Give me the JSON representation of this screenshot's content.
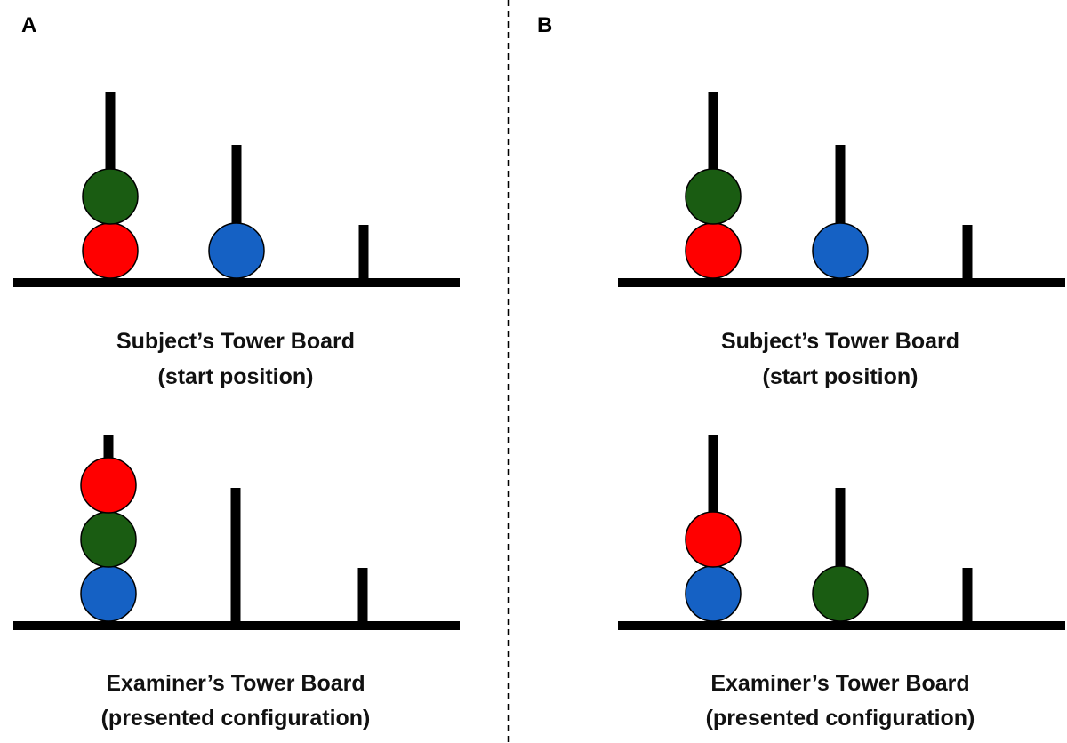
{
  "panels": [
    {
      "letter": "A",
      "boards": [
        {
          "caption_line1": "Subject’s Tower Board",
          "caption_line2": "(start position)",
          "pegs": [
            {
              "capacity": 3,
              "balls": [
                "red",
                "green"
              ]
            },
            {
              "capacity": 2,
              "balls": [
                "blue"
              ]
            },
            {
              "capacity": 1,
              "balls": []
            }
          ]
        },
        {
          "caption_line1": "Examiner’s Tower Board",
          "caption_line2": "(presented configuration)",
          "pegs": [
            {
              "capacity": 3,
              "balls": [
                "blue",
                "green",
                "red"
              ]
            },
            {
              "capacity": 2,
              "balls": []
            },
            {
              "capacity": 1,
              "balls": []
            }
          ]
        }
      ]
    },
    {
      "letter": "B",
      "boards": [
        {
          "caption_line1": "Subject’s Tower Board",
          "caption_line2": "(start position)",
          "pegs": [
            {
              "capacity": 3,
              "balls": [
                "red",
                "green"
              ]
            },
            {
              "capacity": 2,
              "balls": [
                "blue"
              ]
            },
            {
              "capacity": 1,
              "balls": []
            }
          ]
        },
        {
          "caption_line1": "Examiner’s Tower Board",
          "caption_line2": "(presented configuration)",
          "pegs": [
            {
              "capacity": 3,
              "balls": [
                "blue",
                "red"
              ]
            },
            {
              "capacity": 2,
              "balls": [
                "green"
              ]
            },
            {
              "capacity": 1,
              "balls": []
            }
          ]
        }
      ]
    }
  ],
  "colors": {
    "red": "#ff0000",
    "green": "#1a5c12",
    "blue": "#1561c4",
    "outline": "#000000"
  }
}
